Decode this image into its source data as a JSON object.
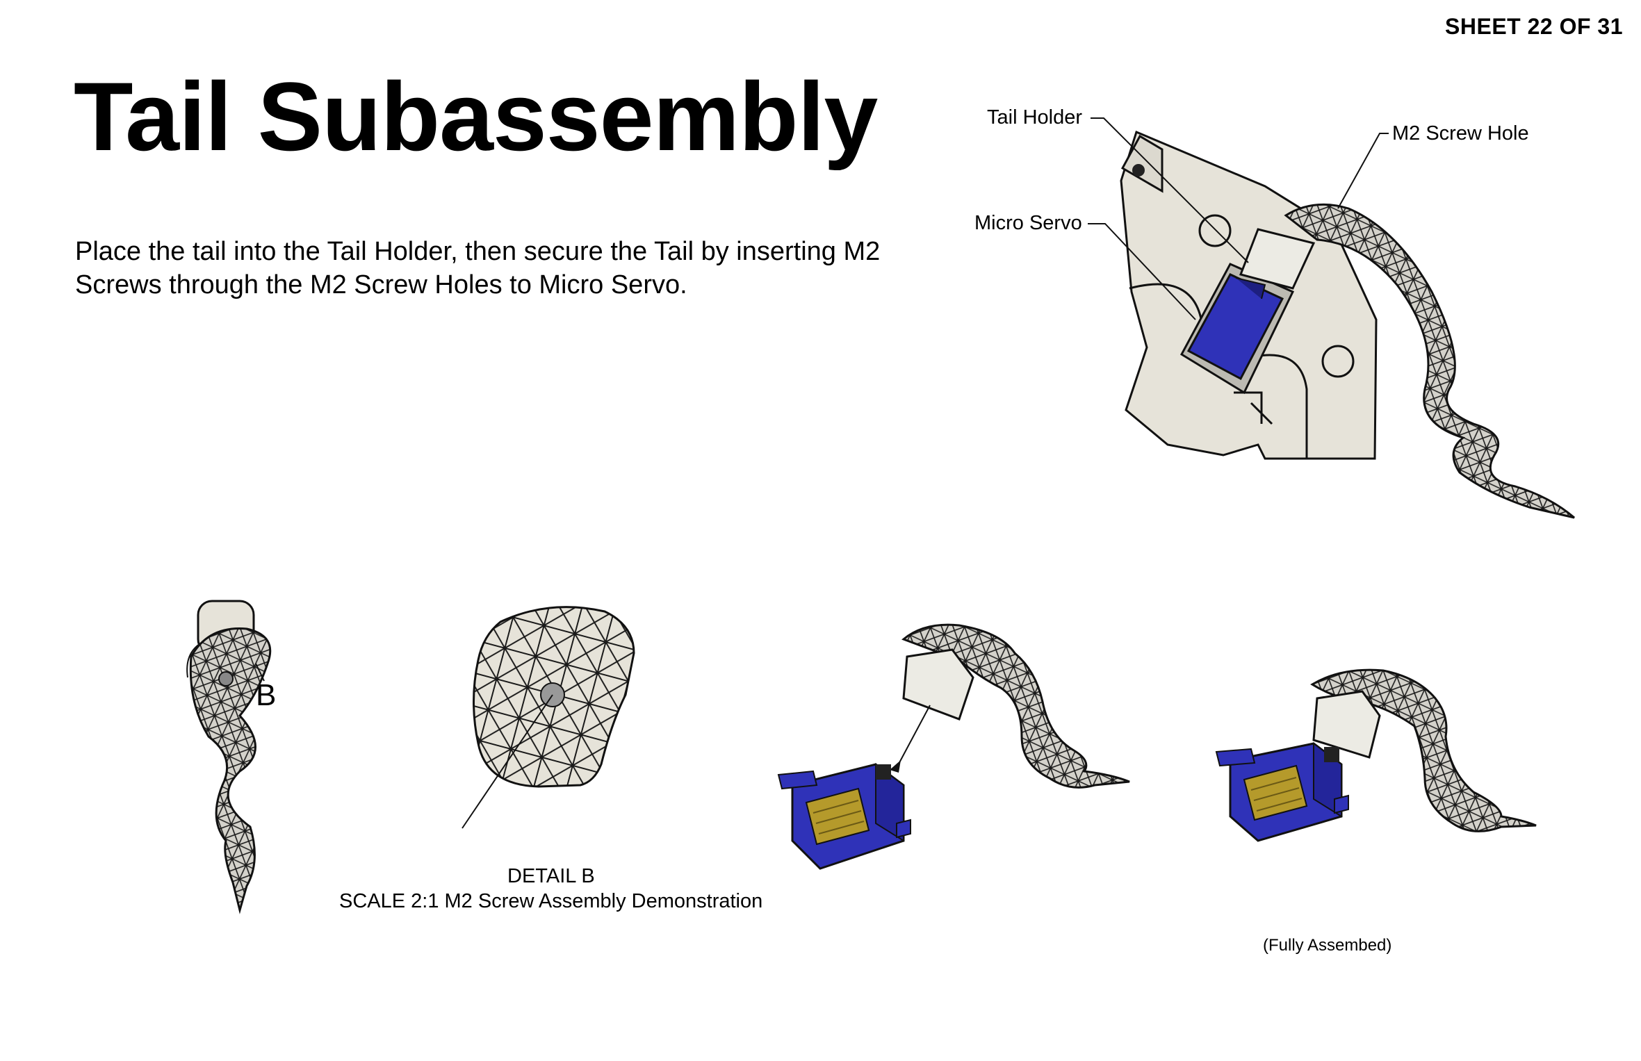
{
  "sheet": {
    "number_label": "SHEET 22 OF 31"
  },
  "page": {
    "title": "Tail Subassembly",
    "instructions": "Place the tail into the Tail Holder, then secure the Tail by inserting M2 Screws through the M2 Screw Holes to Micro Servo."
  },
  "main_view": {
    "callouts": {
      "tail_holder": "Tail Holder",
      "micro_servo": "Micro Servo",
      "m2_screw_hole": "M2 Screw Hole"
    }
  },
  "detail_view": {
    "marker_letter": "B",
    "caption_line1": "DETAIL B",
    "caption_line2": "SCALE 2:1 M2 Screw Assembly Demonstration"
  },
  "assembled_view": {
    "caption": "(Fully Assembed)"
  },
  "colors": {
    "part_fill": "#e6e3d9",
    "servo_blue": "#2f32b8",
    "servo_label": "#b59a2b",
    "mesh_dark": "#3a3a3a"
  }
}
